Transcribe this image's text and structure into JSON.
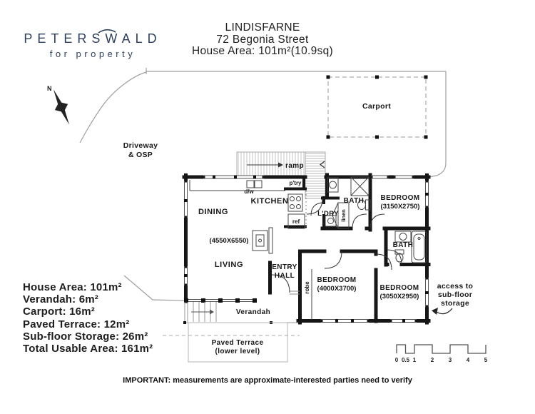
{
  "logo": {
    "brand": "PETERSWALD",
    "tagline": "for property"
  },
  "header": {
    "title": "LINDISFARNE",
    "address": "72 Begonia Street",
    "house_area": "House Area: 101m²(10.9sq)"
  },
  "compass": {
    "north_label": "N"
  },
  "site": {
    "driveway_label_line1": "Driveway",
    "driveway_label_line2": "& OSP",
    "carport_label": "Carport",
    "ramp_label": "ramp",
    "verandah_label": "Verandah",
    "paved_terrace_label_line1": "Paved Terrace",
    "paved_terrace_label_line2": "(lower level)",
    "access_label_line1": "access to",
    "access_label_line2": "sub-floor",
    "access_label_line3": "storage"
  },
  "rooms": {
    "kitchen": "KITCHEN",
    "dining": "DINING",
    "living": "LIVING",
    "living_dining_dim": "(4550X6550)",
    "entry_line1": "ENTRY",
    "entry_line2": "HALL",
    "bedroom1": "BEDROOM",
    "bedroom1_dim": "(3150X2750)",
    "bedroom2": "BEDROOM",
    "bedroom2_dim": "(4000X3700)",
    "bedroom3": "BEDROOM",
    "bedroom3_dim": "(3050X2950)",
    "bath1": "BATH",
    "bath2": "BATH",
    "laundry": "L'DRY",
    "linen": "linen",
    "robe": "robe",
    "pantry": "p'try",
    "dishwasher": "d/w",
    "fridge": "ref"
  },
  "areas": {
    "items": [
      "House Area: 101m²",
      "Verandah: 6m²",
      "Carport: 16m²",
      "Paved Terrace: 12m²",
      "Sub-floor Storage: 26m²",
      "Total Usable Area: 161m²"
    ]
  },
  "scale_bar": {
    "labels": [
      "0",
      "0.5",
      "1",
      "2",
      "3",
      "4",
      "5"
    ]
  },
  "footer": {
    "disclaimer": "IMPORTANT: measurements are approximate-interested parties need to verify"
  },
  "colors": {
    "logo_navy": "#2f3f5e",
    "ink": "#171717",
    "boundary_gray": "#9f9f9f"
  }
}
